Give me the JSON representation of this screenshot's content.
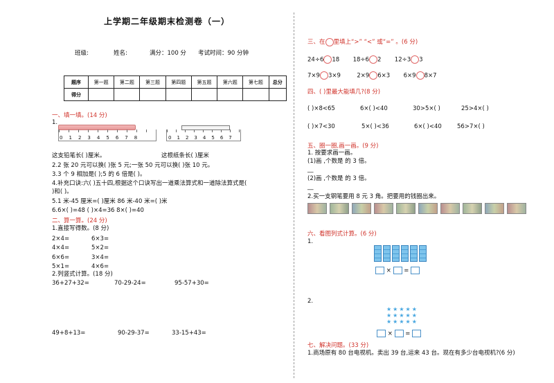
{
  "title": "上学期二年级期末检测卷（一）",
  "info": {
    "class_label": "班级:",
    "name_label": "姓名:",
    "score": "满分：100 分",
    "time": "考试时间：90 分钟"
  },
  "score_table": {
    "row1": [
      "题序",
      "第一题",
      "第二题",
      "第三题",
      "第四题",
      "第五题",
      "第六题",
      "第七题",
      "总分"
    ],
    "row2_label": "得分"
  },
  "left": {
    "s1": "一、填一填。(14 分)",
    "q1_num": "1.",
    "ruler1_nums": [
      "0",
      "1",
      "2",
      "3",
      "4",
      "5",
      "6",
      "7",
      "8"
    ],
    "ruler2_nums": [
      "0",
      "1",
      "2",
      "3",
      "4",
      "5",
      "6",
      "7"
    ],
    "q1_text_a": "这支铅笔长(        )厘米。",
    "q1_text_b": "这根纸条长(      )厘米",
    "q2": "2.2 张 20 元可以换(      )张 5 元;一张 50 元可以换(       )张 10 元。",
    "q3": "3.3 个 9 相加是(      );5 的 6 倍是(        )。",
    "q4a": "4.补充口诀:六(      )五十四,根据这个口诀写出一道乘法算式和一道除法算式是(",
    "q4b": ")和(        )。",
    "q5": "5.1 米-45 厘米=(        )厘米       86 米-40 米=(       )米",
    "q6": "6.6×(      )=48       (       )×4=36       8×(      )=40",
    "s2": "二、算一算。(24 分)",
    "c1": "1.直接写得数。(8 分)",
    "calc_left": [
      "2×4=",
      "4×4=",
      "6×6=",
      "5×1="
    ],
    "calc_right": [
      "6×3=",
      "5×2=",
      "3×4=",
      "4×6="
    ],
    "c2": "2.列竖式计算。(18 分)",
    "vert_row1": [
      "36+27+32=",
      "70-29-24=",
      "95-57+30="
    ],
    "vert_row2": [
      "49+8+13=",
      "90-29-37=",
      "33-15+43="
    ]
  },
  "right": {
    "s3_pre": "三、在",
    "s3_post": "里填上“>”  “<”  或“=”  。(6 分)",
    "r3a": [
      "24÷6",
      "18",
      "18÷6",
      "2",
      "12÷3",
      "3"
    ],
    "r3b": [
      "7×9",
      "3×9",
      "2×9",
      "6×3",
      "6×9",
      "8×7"
    ],
    "s4": "四、(        )里最大能填几?(8 分)",
    "r4a": [
      "(        )×8<65",
      "6×(      )<40",
      "30>5×(        )",
      "25>4×(       )"
    ],
    "r4b": [
      "(        )×7<30",
      "5×(      )<36",
      "6×(       )<40",
      "56>7×(       )"
    ],
    "s5": "五、圈一圈,画一画。(9 分)",
    "p1": "1.  按要求画一画。",
    "p1a": "(1)画  ,个数是     的 3 倍。",
    "p1b": "(2)画  ,个数是     的 3 倍。",
    "dash": "__",
    "p2": "2.买一支钢笔要用 8 元 3 角。把要用的钱圈出来。",
    "s6": "六、看图列式计算。(6 分)",
    "v1": "1.",
    "v2": "2.",
    "times": "×",
    "eq": "=",
    "s7": "七、解决问题。(33 分)",
    "w1": "1.商场原有 80 台电视机。卖出 39 台,运来 43 台。现在有多少台电视机?(6 分)"
  }
}
